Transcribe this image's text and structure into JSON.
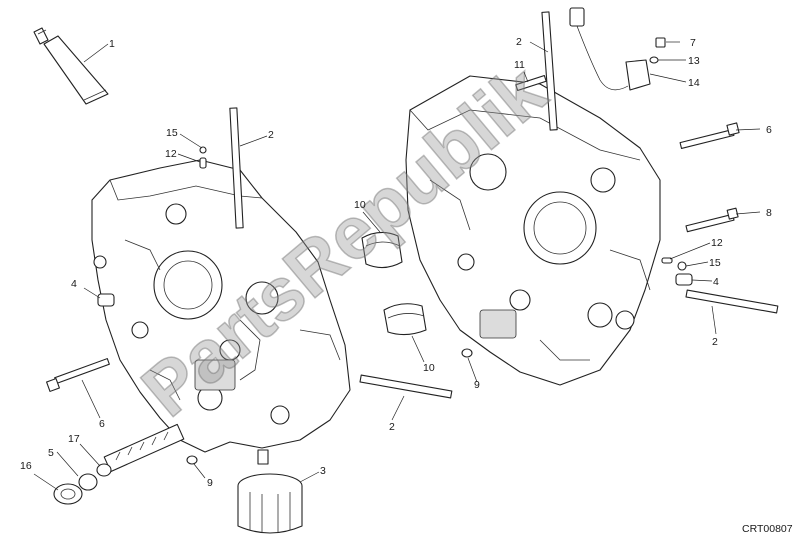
{
  "diagram_code": "CRT00807",
  "watermark": "PartsRepublik",
  "callouts": [
    {
      "id": "c1",
      "text": "1"
    },
    {
      "id": "c2a",
      "text": "2"
    },
    {
      "id": "c2b",
      "text": "2"
    },
    {
      "id": "c2c",
      "text": "2"
    },
    {
      "id": "c2d",
      "text": "2"
    },
    {
      "id": "c3",
      "text": "3"
    },
    {
      "id": "c4a",
      "text": "4"
    },
    {
      "id": "c4b",
      "text": "4"
    },
    {
      "id": "c5",
      "text": "5"
    },
    {
      "id": "c6a",
      "text": "6"
    },
    {
      "id": "c6b",
      "text": "6"
    },
    {
      "id": "c7",
      "text": "7"
    },
    {
      "id": "c8",
      "text": "8"
    },
    {
      "id": "c9a",
      "text": "9"
    },
    {
      "id": "c9b",
      "text": "9"
    },
    {
      "id": "c10a",
      "text": "10"
    },
    {
      "id": "c10b",
      "text": "10"
    },
    {
      "id": "c11",
      "text": "11"
    },
    {
      "id": "c12a",
      "text": "12"
    },
    {
      "id": "c12b",
      "text": "12"
    },
    {
      "id": "c13",
      "text": "13"
    },
    {
      "id": "c14",
      "text": "14"
    },
    {
      "id": "c15a",
      "text": "15"
    },
    {
      "id": "c15b",
      "text": "15"
    },
    {
      "id": "c16",
      "text": "16"
    },
    {
      "id": "c17",
      "text": "17"
    }
  ]
}
